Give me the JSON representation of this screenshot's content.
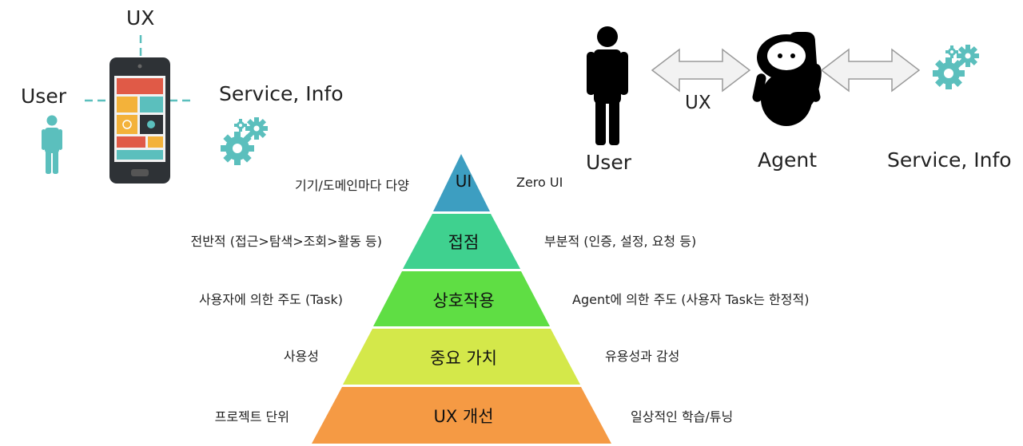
{
  "left_diagram": {
    "ux_label": "UX",
    "user_label": "User",
    "service_label": "Service, Info",
    "icons": [
      "smartphone-icon",
      "person-icon",
      "gears-icon"
    ],
    "accent_color": "#5bbfbd"
  },
  "right_diagram": {
    "user_label": "User",
    "ux_label": "UX",
    "agent_label": "Agent",
    "service_label": "Service, Info",
    "icons": [
      "person-icon",
      "robot-icon",
      "double-arrow-icon",
      "gears-icon"
    ]
  },
  "pyramid": {
    "layers": [
      {
        "label": "UI",
        "left": "기기/도메인마다 다양",
        "right": "Zero UI",
        "color": "#3d9ec1"
      },
      {
        "label": "접점",
        "left": "전반적 (접근>탐색>조회>활동 등)",
        "right": "부분적 (인증, 설정, 요청 등)",
        "color": "#3fd18f"
      },
      {
        "label": "상호작용",
        "left": "사용자에 의한 주도 (Task)",
        "right": "Agent에 의한 주도 (사용자 Task는 한정적)",
        "color": "#5fde44"
      },
      {
        "label": "중요 가치",
        "left": "사용성",
        "right": "유용성과 감성",
        "color": "#d4e84a"
      },
      {
        "label": "UX 개선",
        "left": "프로젝트 단위",
        "right": "일상적인 학습/튜닝",
        "color": "#f59a44"
      }
    ]
  }
}
